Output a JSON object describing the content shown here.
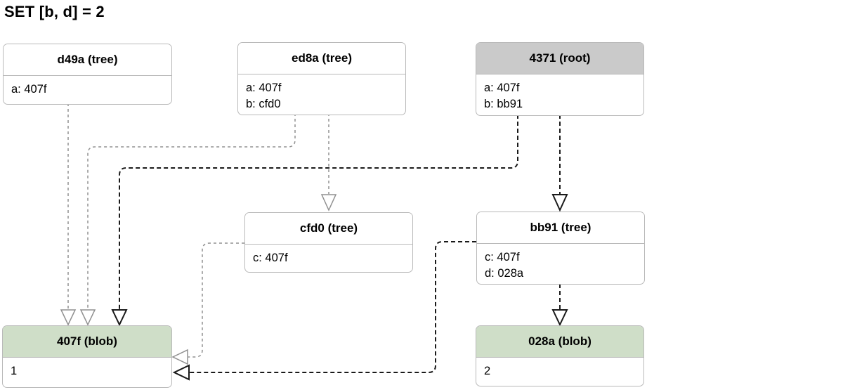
{
  "title": "SET [b, d] = 2",
  "colors": {
    "tree_header": "#ffffff",
    "root_header": "#cacaca",
    "blob_header": "#cfdec8",
    "box_border": "#b9b9b9",
    "edge_light": "#909090",
    "edge_dark": "#1a1a1a"
  },
  "nodes": [
    {
      "id": "d49a",
      "label": "d49a (tree)",
      "kind": "tree",
      "entries": [
        "a: 407f"
      ]
    },
    {
      "id": "ed8a",
      "label": "ed8a (tree)",
      "kind": "tree",
      "entries": [
        "a: 407f",
        "b: cfd0"
      ]
    },
    {
      "id": "4371",
      "label": "4371 (root)",
      "kind": "root",
      "entries": [
        "a: 407f",
        "b: bb91"
      ]
    },
    {
      "id": "cfd0",
      "label": "cfd0 (tree)",
      "kind": "tree",
      "entries": [
        "c: 407f"
      ]
    },
    {
      "id": "bb91",
      "label": "bb91 (tree)",
      "kind": "tree",
      "entries": [
        "c: 407f",
        "d: 028a"
      ]
    },
    {
      "id": "407f",
      "label": "407f (blob)",
      "kind": "blob",
      "entries": [
        "1"
      ]
    },
    {
      "id": "028a",
      "label": "028a (blob)",
      "kind": "blob",
      "entries": [
        "2"
      ]
    }
  ],
  "edges": [
    {
      "from": "d49a",
      "key": "a",
      "to": "407f",
      "style": "light"
    },
    {
      "from": "ed8a",
      "key": "a",
      "to": "407f",
      "style": "light"
    },
    {
      "from": "ed8a",
      "key": "b",
      "to": "cfd0",
      "style": "light"
    },
    {
      "from": "4371",
      "key": "a",
      "to": "407f",
      "style": "dark"
    },
    {
      "from": "4371",
      "key": "b",
      "to": "bb91",
      "style": "dark"
    },
    {
      "from": "cfd0",
      "key": "c",
      "to": "407f",
      "style": "light"
    },
    {
      "from": "bb91",
      "key": "c",
      "to": "407f",
      "style": "dark"
    },
    {
      "from": "bb91",
      "key": "d",
      "to": "028a",
      "style": "dark"
    }
  ]
}
